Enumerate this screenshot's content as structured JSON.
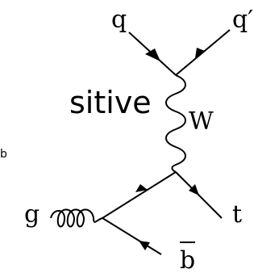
{
  "background_text": {
    "word": "sitive",
    "fragment": "b"
  },
  "diagram": {
    "particles": {
      "q": "q",
      "q_prime": "q′",
      "w": "W",
      "g": "g",
      "t": "t",
      "b_bar": "b"
    },
    "colors": {
      "ink": "#000000",
      "background": "#ffffff"
    }
  }
}
